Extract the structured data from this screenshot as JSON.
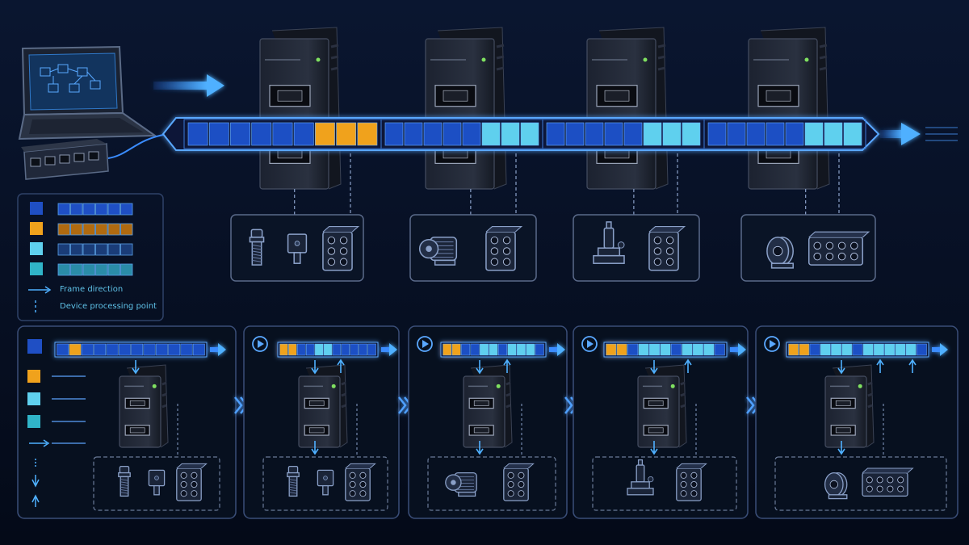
{
  "legend": {
    "frame_direction": "Frame direction",
    "processing_point": "Device processing point"
  },
  "colors": {
    "background": "#050c1c",
    "frame_blue": "#1f4fc4",
    "processed_orange": "#f0a21c",
    "input_cyan": "#5fd0ee",
    "panel_border": "#3a4e78",
    "arrow_blue": "#3aa0ff"
  },
  "top_frame": {
    "segments": [
      {
        "slots": [
          "b",
          "b",
          "b",
          "b",
          "b",
          "b",
          "o",
          "o",
          "o"
        ]
      },
      {
        "slots": [
          "b",
          "b",
          "b",
          "b",
          "b",
          "c",
          "c",
          "c"
        ]
      },
      {
        "slots": [
          "b",
          "b",
          "b",
          "b",
          "b",
          "c",
          "c",
          "c"
        ]
      },
      {
        "slots": [
          "b",
          "b",
          "b",
          "b",
          "b",
          "c",
          "c",
          "c"
        ]
      }
    ]
  },
  "io_groups": [
    [
      "proximity-sensor-icon",
      "photoelectric-sensor-icon",
      "io-block-6-icon"
    ],
    [
      "servo-motor-icon",
      "io-block-6-icon"
    ],
    [
      "pneumatic-valve-icon",
      "io-block-6-icon"
    ],
    [
      "encoder-icon",
      "io-block-8-icon"
    ]
  ],
  "steps": [
    {
      "frame": [
        "b",
        "o",
        "b",
        "b",
        "b",
        "b",
        "b",
        "b",
        "b",
        "b",
        "b",
        "b"
      ],
      "io": [
        "proximity-sensor-icon",
        "photoelectric-sensor-icon",
        "io-block-6-icon"
      ]
    },
    {
      "frame": [
        "o",
        "o",
        "b",
        "b",
        "c",
        "c",
        "b",
        "b",
        "b",
        "b",
        "b"
      ],
      "io": [
        "proximity-sensor-icon",
        "photoelectric-sensor-icon",
        "io-block-6-icon"
      ]
    },
    {
      "frame": [
        "o",
        "o",
        "b",
        "b",
        "c",
        "c",
        "b",
        "c",
        "c",
        "c",
        "b"
      ],
      "io": [
        "servo-motor-icon",
        "io-block-6-icon"
      ]
    },
    {
      "frame": [
        "o",
        "o",
        "b",
        "c",
        "c",
        "c",
        "b",
        "c",
        "c",
        "c",
        "b"
      ],
      "io": [
        "pneumatic-valve-icon",
        "io-block-6-icon"
      ]
    },
    {
      "frame": [
        "o",
        "o",
        "b",
        "c",
        "c",
        "c",
        "b",
        "c",
        "c",
        "c",
        "c",
        "c",
        "b"
      ],
      "io": [
        "encoder-icon",
        "io-block-8-icon"
      ]
    }
  ]
}
